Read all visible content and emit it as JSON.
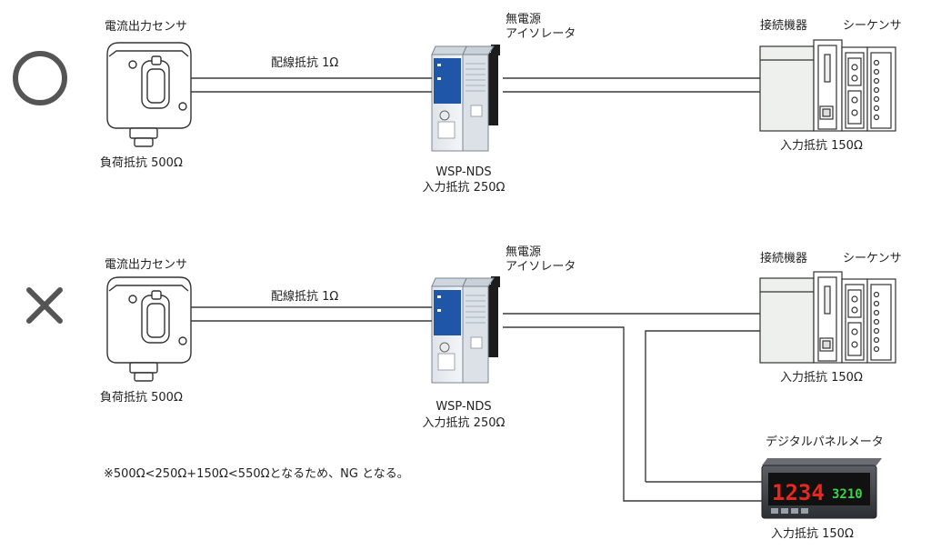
{
  "ok_symbol": "○",
  "ng_symbol": "×",
  "sections": [
    {
      "sensor_label": "電流出力センサ",
      "sensor_load": "負荷抵抗 500Ω",
      "wiring_label": "配線抵抗 1Ω",
      "isolator_label_line1": "無電源",
      "isolator_label_line2": "アイソレータ",
      "isolator_model": "WSP-NDS",
      "isolator_input": "入力抵抗 250Ω",
      "device_label": "接続機器",
      "sequencer_label": "シーケンサ",
      "device_input": "入力抵抗 150Ω"
    },
    {
      "sensor_label": "電流出力センサ",
      "sensor_load": "負荷抵抗 500Ω",
      "wiring_label": "配線抵抗 1Ω",
      "isolator_label_line1": "無電源",
      "isolator_label_line2": "アイソレータ",
      "isolator_model": "WSP-NDS",
      "isolator_input": "入力抵抗 250Ω",
      "device_label": "接続機器",
      "sequencer_label": "シーケンサ",
      "device_input": "入力抵抗 150Ω",
      "meter_label": "デジタルパネルメータ",
      "meter_input": "入力抵抗 150Ω",
      "meter_display_1": "1234",
      "meter_display_2": "3210",
      "note": "※500Ω<250Ω+150Ω<550Ωとなるため、NG となる。"
    }
  ],
  "colors": {
    "line": "#3a3a3a",
    "isolator_blue": "#1f56a8",
    "meter_red": "#e8271f",
    "meter_green": "#3fd14a",
    "symbol": "#555555"
  }
}
